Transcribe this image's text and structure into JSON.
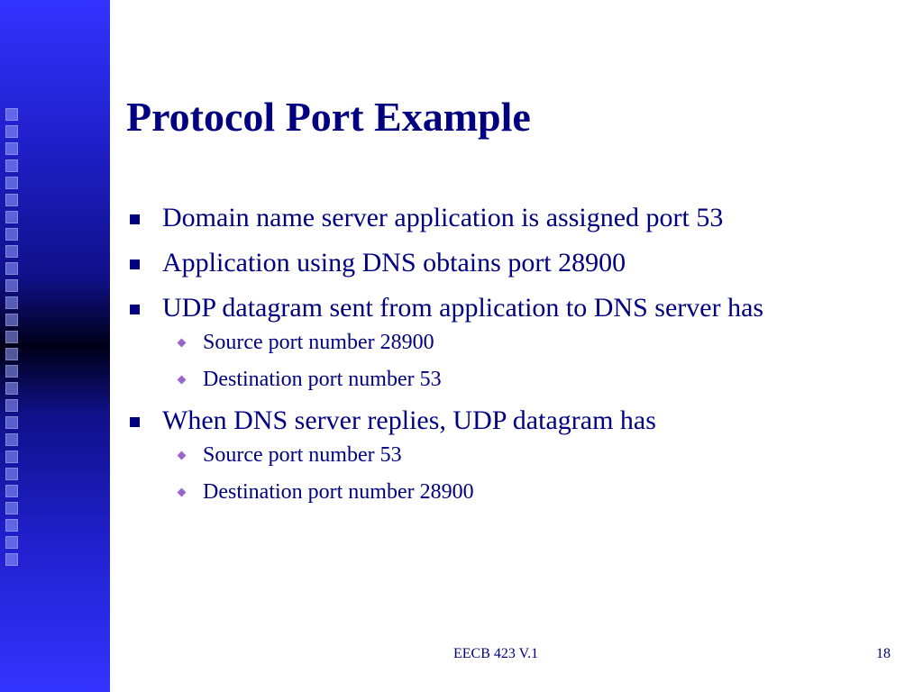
{
  "slide": {
    "title": "Protocol Port Example",
    "bullets": [
      {
        "text": "Domain name server application is assigned port 53",
        "sub": []
      },
      {
        "text": "Application using DNS obtains port 28900",
        "sub": []
      },
      {
        "text": "UDP datagram sent from application to DNS server has",
        "sub": [
          "Source port number 28900",
          "Destination port number 53"
        ]
      },
      {
        "text": "When DNS server replies, UDP datagram has",
        "sub": [
          "Source port number 53",
          "Destination port number 28900"
        ]
      }
    ],
    "footer": {
      "course": "EECB 423 V.1",
      "page_number": "18"
    }
  },
  "colors": {
    "text": "#000080",
    "bullet": "#000080",
    "sub_bullet": "#9966cc",
    "sidebar": "#3333ff"
  }
}
